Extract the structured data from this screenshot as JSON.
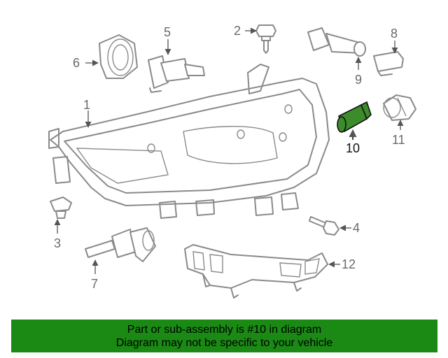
{
  "callouts": {
    "c1": "1",
    "c2": "2",
    "c3": "3",
    "c4": "4",
    "c5": "5",
    "c6": "6",
    "c7": "7",
    "c8": "8",
    "c9": "9",
    "c10": "10",
    "c11": "11",
    "c12": "12"
  },
  "highlight_color": "#3d8c2c",
  "banner": {
    "color": "#1a8a14",
    "line1": "Part or sub-assembly is #10 in diagram",
    "line2": "Diagram may not be specific to your vehicle"
  }
}
